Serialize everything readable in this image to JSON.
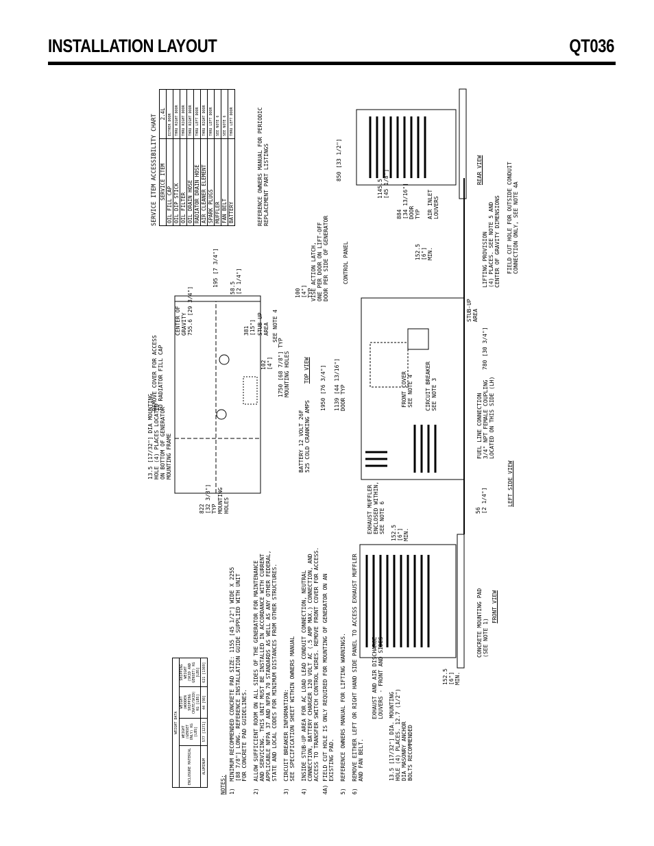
{
  "header": {
    "title": "INSTALLATION LAYOUT",
    "model": "QT036"
  },
  "accessibility": {
    "title": "SERVICE ITEM ACCESSIBILITY CHART",
    "col1": "SERVICE ITEM",
    "col2": "2.4L",
    "rows": [
      [
        "OIL FILL CAP",
        "EITHER DOOR"
      ],
      [
        "OIL DIP STICK",
        "THRU RIGHT DOOR"
      ],
      [
        "OIL FILTER",
        "THRU RIGHT DOOR"
      ],
      [
        "OIL DRAIN HOSE",
        "THRU RIGHT DOOR"
      ],
      [
        "RADIATOR DRAIN HOSE",
        "THRU LEFT DOOR"
      ],
      [
        "AIR CLEANER ELEMENT",
        "THRU RIGHT DOOR"
      ],
      [
        "SPARK PLUGS",
        "THRU LEFT DOOR"
      ],
      [
        "MUFFLER",
        "SEE NOTE 6"
      ],
      [
        "FAN BELT",
        "SEE NOTE 6"
      ],
      [
        "BATTERY",
        "THRU LEFT DOOR"
      ]
    ],
    "reference": "REFERENCE OWNERS MANUAL FOR PERIODIC\nREPLACEMENT PART LISTINGS"
  },
  "weight": {
    "title": "WEIGHT DATA",
    "headers": [
      "ENCLOSURE MATERIAL",
      "WEIGHT (GENSET ONLY) KG [LBS]",
      "WEIGHT (WOODEN SHIPPING CRATE/SKID) KG [LBS]",
      "SHIPPING WEIGHT (SKID AND GENSET) KG [LBS]"
    ],
    "row": [
      "ALUMINUM",
      "577 [1271]",
      "44 [98]",
      "621 [1369]"
    ]
  },
  "notes": {
    "heading": "NOTES:",
    "items": [
      "1)  MINIMUM RECOMMENDED CONCRETE PAD SIZE: 1155 [45 1/2\"] WIDE X 2255\n    [88 7/8\"] LONG. REFERENCE INSTALLATION GUIDE SUPPLIED WITH UNIT\n    FOR CONCRETE PAD GUIDELINES.",
      "2)  ALLOW SUFFICIENT ROOM ON ALL SIDES OF THE GENERATOR FOR MAINTENANCE\n    AND SERVICING. THIS UNIT MUST BE INSTALLED IN ACCORDANCE WITH CURRENT\n    APPLICABLE NFPA 37 AND NFPA 70 STANDARDS AS WELL AS ANY OTHER FEDERAL,\n    STATE AND LOCAL CODES FOR MINIMUM DISTANCES FROM OTHER STRUCTURES.",
      "3)  CIRCUIT BREAKER INFORMATION:\n    SEE SPECIFICATION SHEET WITHIN OWNERS MANUAL",
      "4)  INSIDE STUB-UP AREA FOR AC LOAD LEAD CONDUIT CONNECTION, NEUTRAL\n    CONNECTION, BATTERY CHARGER 120 VOLT AC (.5 AMP MAX.) CONNECTION, AND\n    ACCESS TO TRANSFER SWITCH CONTROL WIRES. REMOVE FRONT COVER FOR ACCESS.",
      "4A) FIELD CUT HOLE IS ONLY REQUIRED FOR MOUNTING OF GENERATOR ON AN\n    EXISTING PAD.",
      "5)  REFERENCE OWNERS MANUAL FOR LIFTING WARNINGS.",
      "6)  REMOVE EITHER LEFT OR RIGHT HAND SIDE PANEL TO ACCESS EXHAUST MUFFLER\n    AND FAN BELT."
    ]
  },
  "top_view": {
    "label": "TOP VIEW",
    "mounting_hole": "13.5 [17/32\"] DIA MOUNTING\nHOLE (4) PLACES LOCATED\nON BOTTOM OF GENERATOR\nMOUNTING FRAME",
    "remove_cover": "REMOVE COVER FOR ACCESS\nTO RADIATOR FILL CAP",
    "cog": "CENTER OF\nGRAVITY\n755.6 [29 3/4\"]",
    "d822": "822\n[32 3/8\"]\nTYP\nMOUNTING\nHOLES",
    "d1750": "1750 [68 7/8\"] TYP\nMOUNTING HOLES",
    "d195": "195 [7 3/4\"]",
    "d58": "58.5\n[2 1/4\"]",
    "d100": "100\n[4\"]\nTYP",
    "d381": "381\n[15\"]",
    "d102": "102\n[4\"]",
    "stub": "STUB-UP\nAREA",
    "see4": "SEE NOTE 4"
  },
  "side_view": {
    "label": "LEFT SIDE VIEW",
    "battery": "BATTERY 12 VOLT 26F\n525 COLD CRANKING AMPS",
    "d1950": "1950 [76 3/4\"]",
    "d1139": "1139 [44 13/16\"]\nDOOR TYP",
    "vise": "VISE ACTION LATCH,\nONE PER DOOR ON LIFT-OFF\nDOOR PER SIDE OF GENERATOR",
    "control": "CONTROL PANEL",
    "d1145": "1145.5\n[45 1/8\"]",
    "d884": "884\n[34 13/16\"]\nDOOR\nTYP",
    "d152": "152.5\n[6\"]\nMIN.",
    "front_cover": "FRONT COVER\nSEE NOTE 4",
    "breaker": "CIRCUIT BREAKER\nSEE NOTE 3",
    "d780": "780 [30 3/4\"]",
    "stubup": "STUB-UP\nAREA",
    "lifting": "LIFTING PROVISION\n(4) PLACES. SEE NOTE 5 AND\nCENTER OF GRAVITY DIMENSIONS",
    "field_cut": "FIELD CUT HOLE FOR OUTSIDE CONDUIT\nCONNECTION ONLY, SEE NOTE 4A",
    "fuel": "FUEL LINE CONNECTION\n3/4\" NPT FEMALE COUPLING\nLOCATED ON THIS SIDE (LH)",
    "exhaust": "EXHAUST MUFFLER\nENCLOSED WITHIN,\nSEE NOTE 6",
    "d56": "56\n[2 1/4\"]"
  },
  "rear_view": {
    "label": "REAR VIEW",
    "d850": "850 [33 1/2\"]",
    "air_inlet": "AIR INLET\nLOUVERS"
  },
  "front_view": {
    "label": "FRONT VIEW",
    "pad": "CONCRETE MOUNTING PAD\n(SEE NOTE 1)",
    "louvers": "EXHAUST AND AIR DISCHARGE\nLOUVERS - FRONT AND SIDES",
    "anchor": "13.5 [17/32\"] DIA. MOUNTING\nHOLE (4) PLACES. 12.7 (1/2\")\nDIA MASONRY ANCHOR\nBOLTS RECOMMENDED",
    "d152a": "152.5\n[6\"]\nMIN.",
    "d152b": "152.5\n[6\"]\nMIN."
  }
}
